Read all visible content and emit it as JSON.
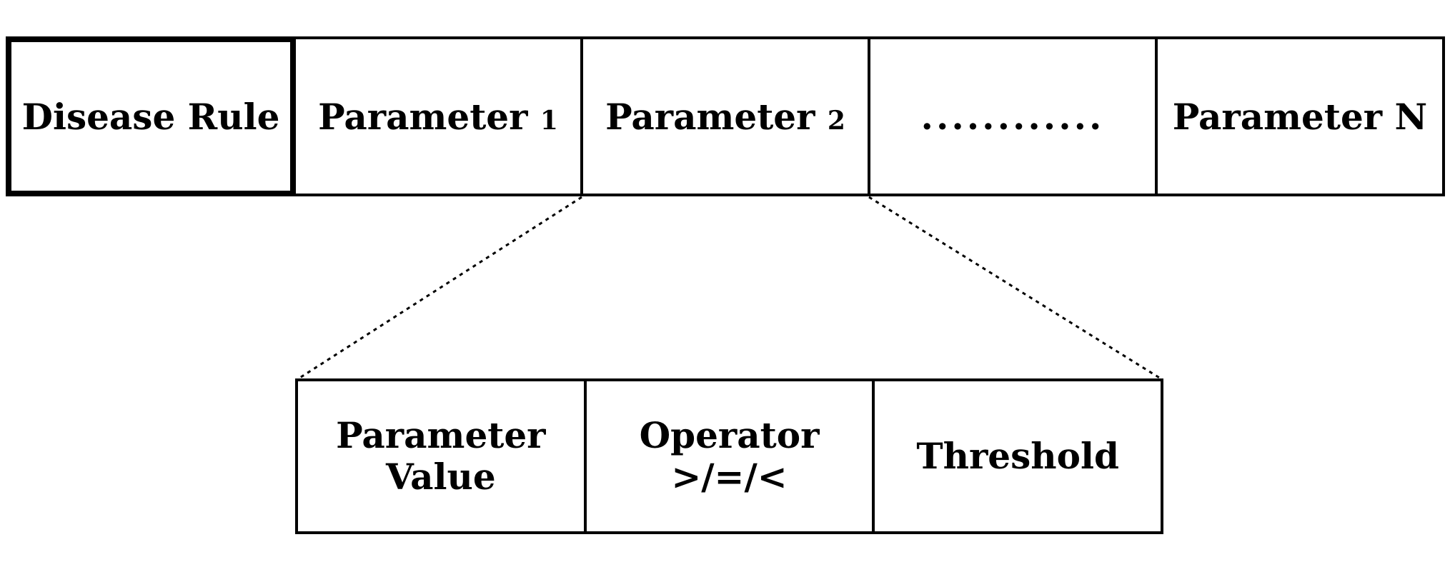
{
  "colors": {
    "ink": "#000000",
    "background": "#ffffff"
  },
  "diagram": {
    "rule_row": {
      "cells": [
        {
          "label": "Disease Rule"
        },
        {
          "label": "Parameter 1"
        },
        {
          "label": "Parameter 2"
        },
        {
          "label": "............"
        },
        {
          "label": "Parameter N"
        }
      ]
    },
    "expansion": {
      "source_label": "Parameter 2",
      "connector_style": "dashed",
      "cells": [
        {
          "line1": "Parameter",
          "line2": "Value"
        },
        {
          "line1": "Operator",
          "line2": ">/=/<"
        },
        {
          "line1": "Threshold",
          "line2": ""
        }
      ]
    }
  }
}
